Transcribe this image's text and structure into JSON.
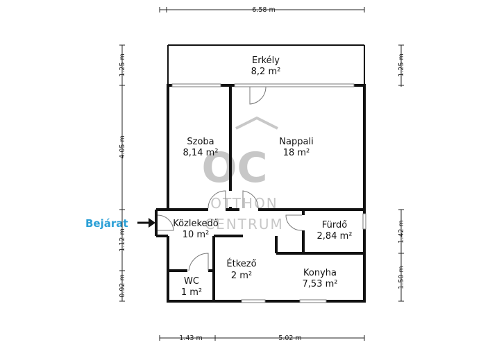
{
  "dimensions": {
    "top_total": "6.58 m",
    "bottom_left": "1.43 m",
    "bottom_right": "5.02 m",
    "left_1": "1.25 m",
    "left_2": "4.05 m",
    "left_3": "1.12 m",
    "left_4": "0.92 m",
    "right_1": "1.25 m",
    "right_2": "1.42 m",
    "right_3": "1.50 m"
  },
  "rooms": {
    "erkely": {
      "name": "Erkély",
      "area": "8,2 m²"
    },
    "szoba": {
      "name": "Szoba",
      "area": "8,14 m²"
    },
    "nappali": {
      "name": "Nappali",
      "area": "18 m²"
    },
    "kozlekedo": {
      "name": "Közlekedő",
      "area": "10 m²"
    },
    "furdo": {
      "name": "Fürdő",
      "area": "2,84 m²"
    },
    "etkezo": {
      "name": "Étkező",
      "area": "2 m²"
    },
    "konyha": {
      "name": "Konyha",
      "area": "7,53 m²"
    },
    "wc": {
      "name": "WC",
      "area": "1 m²"
    }
  },
  "entrance": {
    "label": "Bejárat"
  },
  "watermark": {
    "logo": "OC",
    "line1": "OTTHON",
    "line2": "CENTRUM"
  },
  "colors": {
    "wall": "#111111",
    "entrance": "#2a9fd6",
    "watermark": "#9a9a9a"
  }
}
